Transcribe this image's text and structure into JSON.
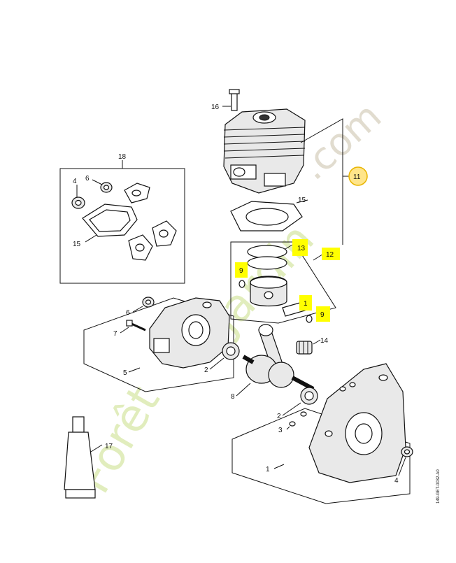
{
  "callouts": {
    "c1": "1",
    "c2": "2",
    "c3": "3",
    "c4": "4",
    "c5": "5",
    "c6": "6",
    "c7": "7",
    "c8": "8",
    "c9": "9",
    "c11": "11",
    "c12": "12",
    "c13": "13",
    "c14": "14",
    "c15": "15",
    "c16": "16",
    "c17": "17",
    "c18": "18"
  },
  "watermark": {
    "text1": "Forêt",
    "text2": ".com",
    "text_mid": "Jardin"
  },
  "drawing_code": "149-GET-0032-A0",
  "colors": {
    "highlight": "#ffff00",
    "circle_highlight": "#ffd84a",
    "watermark_green": "#c8de8a",
    "watermark_grey": "#c0b69c"
  }
}
